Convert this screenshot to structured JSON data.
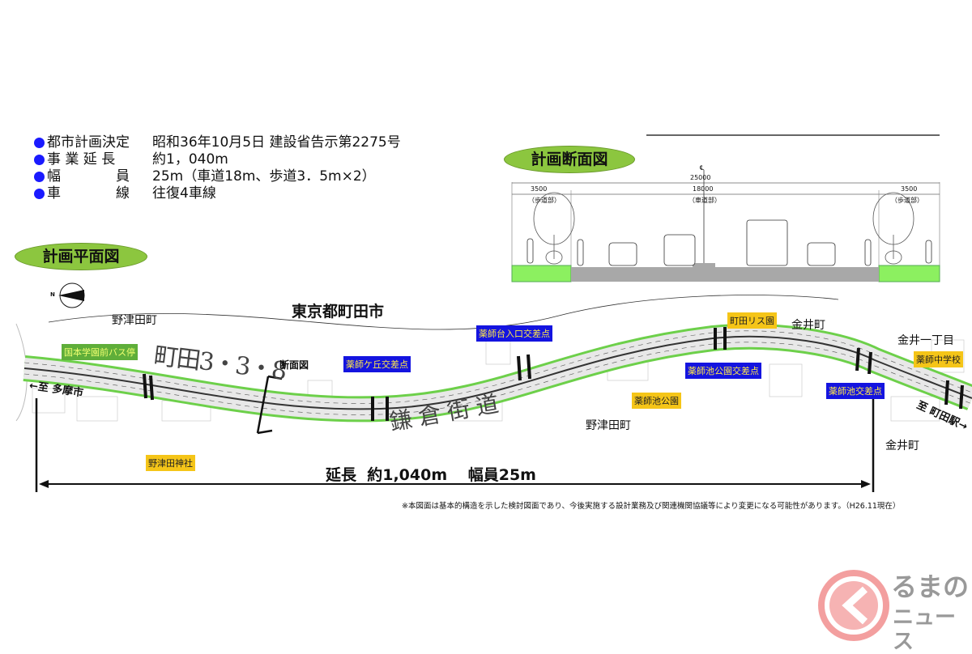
{
  "specs": [
    {
      "label": "都市計画決定",
      "value": "昭和36年10月5日  建設省告示第2275号"
    },
    {
      "label": "事 業 延 長",
      "value": "約1，040m"
    },
    {
      "label": "幅　　　　員",
      "value": "25m（車道18m、歩道3．5m×2）"
    },
    {
      "label": "車　　　　線",
      "value": "往復4車線"
    }
  ],
  "section": {
    "title": "計画断面図",
    "centerline_mark": "℄",
    "total_width": "25000",
    "sidewalk_left": "3500",
    "sidewalk_left_label": "（歩道部）",
    "roadway": "18000",
    "roadway_label": "（車道部）",
    "sidewalk_right": "3500",
    "sidewalk_right_label": "（歩道部）"
  },
  "plan": {
    "title": "計画平面図",
    "north_mark": "N",
    "city": "東京都町田市",
    "route_name": "町田3・3・8",
    "street_name": "鎌倉街道",
    "section_marker": "断面図",
    "to_west": "←至 多摩市",
    "to_east": "至 町田駅→",
    "places": [
      "野津田町",
      "金井町",
      "金井一丁目",
      "野津田町",
      "金井町"
    ],
    "intersections": [
      "薬師台入口交差点",
      "薬師ケ丘交差点",
      "薬師池公園交差点",
      "薬師池交差点"
    ],
    "landmarks": [
      "町田リス園",
      "薬師中学校",
      "薬師池公園",
      "野津田神社"
    ],
    "bus_stop": "国本学園前バス停",
    "extent_label": "延長  約1,040m　 幅員25m"
  },
  "note": "※本図面は基本的構造を示した検討図面であり、今後実施する設計業務及び関連機関協議等により変更になる可能性があります。（H26.11現在）",
  "watermark": {
    "text_top": "るまの",
    "text_bottom": "ニュース"
  },
  "colors": {
    "green": "#8cc63f",
    "blue_label": "#1414e0",
    "yellow_label": "#f5c518",
    "road_grey": "#a8a8a8"
  }
}
